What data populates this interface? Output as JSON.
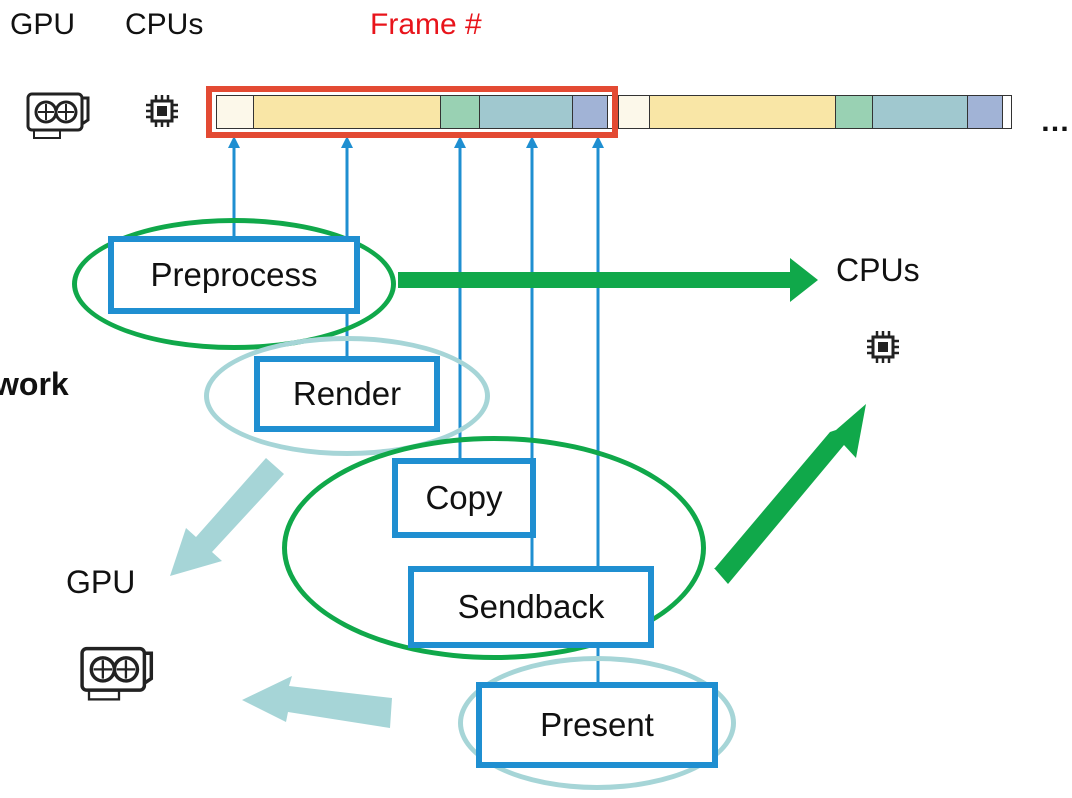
{
  "header": {
    "gpu_label": "GPU",
    "cpus_label": "CPUs",
    "frame_label": "Frame #",
    "ellipsis": "…"
  },
  "icons": {
    "gpu": "gpu-card-icon",
    "cpu": "cpu-chip-icon"
  },
  "timeline": {
    "segment_colors": [
      "#fcf8ea",
      "#f9e6a6",
      "#99d1b3",
      "#a0c8cf",
      "#a1b3d6"
    ]
  },
  "stages": {
    "preprocess": "Preprocess",
    "render": "Render",
    "copy": "Copy",
    "sendback": "Sendback",
    "present": "Present"
  },
  "targets": {
    "cpus": "CPUs",
    "gpu": "GPU"
  },
  "cut_text": "work",
  "colors": {
    "highlight_border": "#e34a33",
    "stage_border": "#1f8fd1",
    "green": "#10a84a",
    "teal": "#a6d5d7"
  }
}
